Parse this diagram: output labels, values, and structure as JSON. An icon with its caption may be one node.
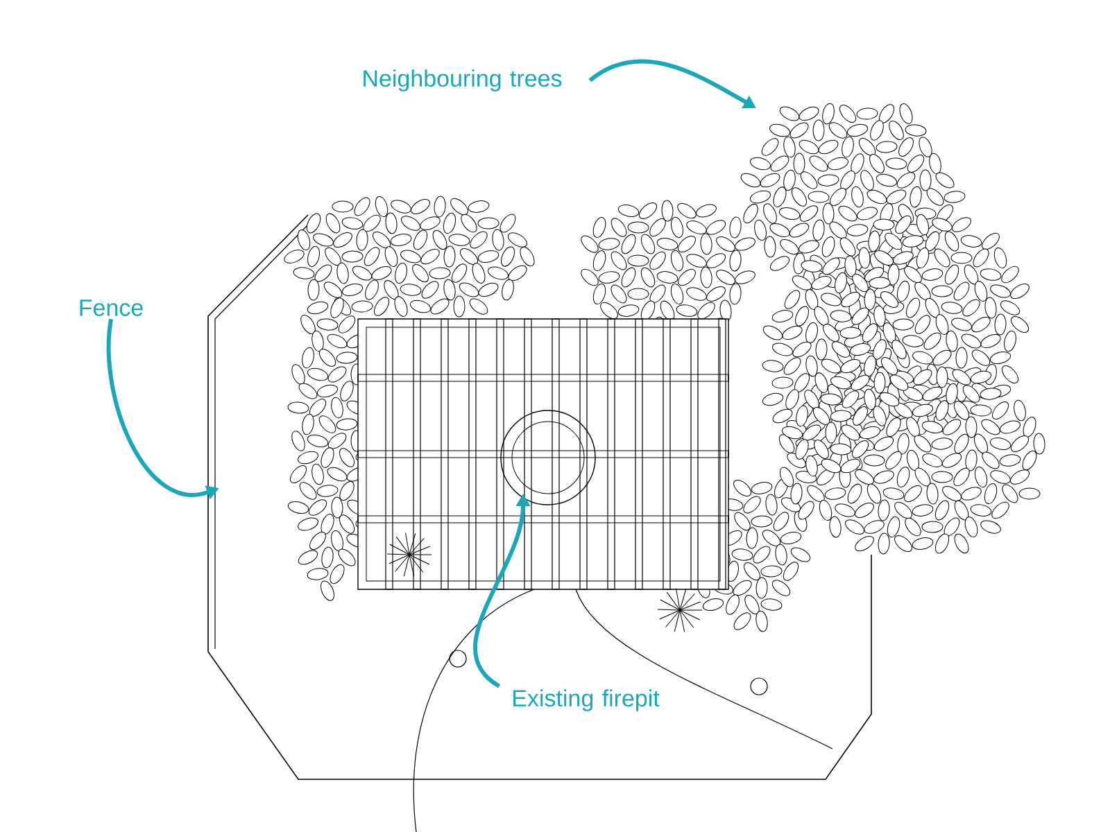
{
  "diagram": {
    "nodes": [
      {
        "text": [
          "Neighbouring trees"
        ]
      },
      {
        "text": [
          "Fence"
        ]
      },
      {
        "text": [
          "Existing firepit"
        ]
      }
    ],
    "edges": [
      {
        "from": 0,
        "to": null,
        "arrow": "to"
      },
      {
        "from": 1,
        "to": null,
        "arrow": "to"
      },
      {
        "from": 2,
        "to": null,
        "arrow": "to"
      }
    ]
  }
}
